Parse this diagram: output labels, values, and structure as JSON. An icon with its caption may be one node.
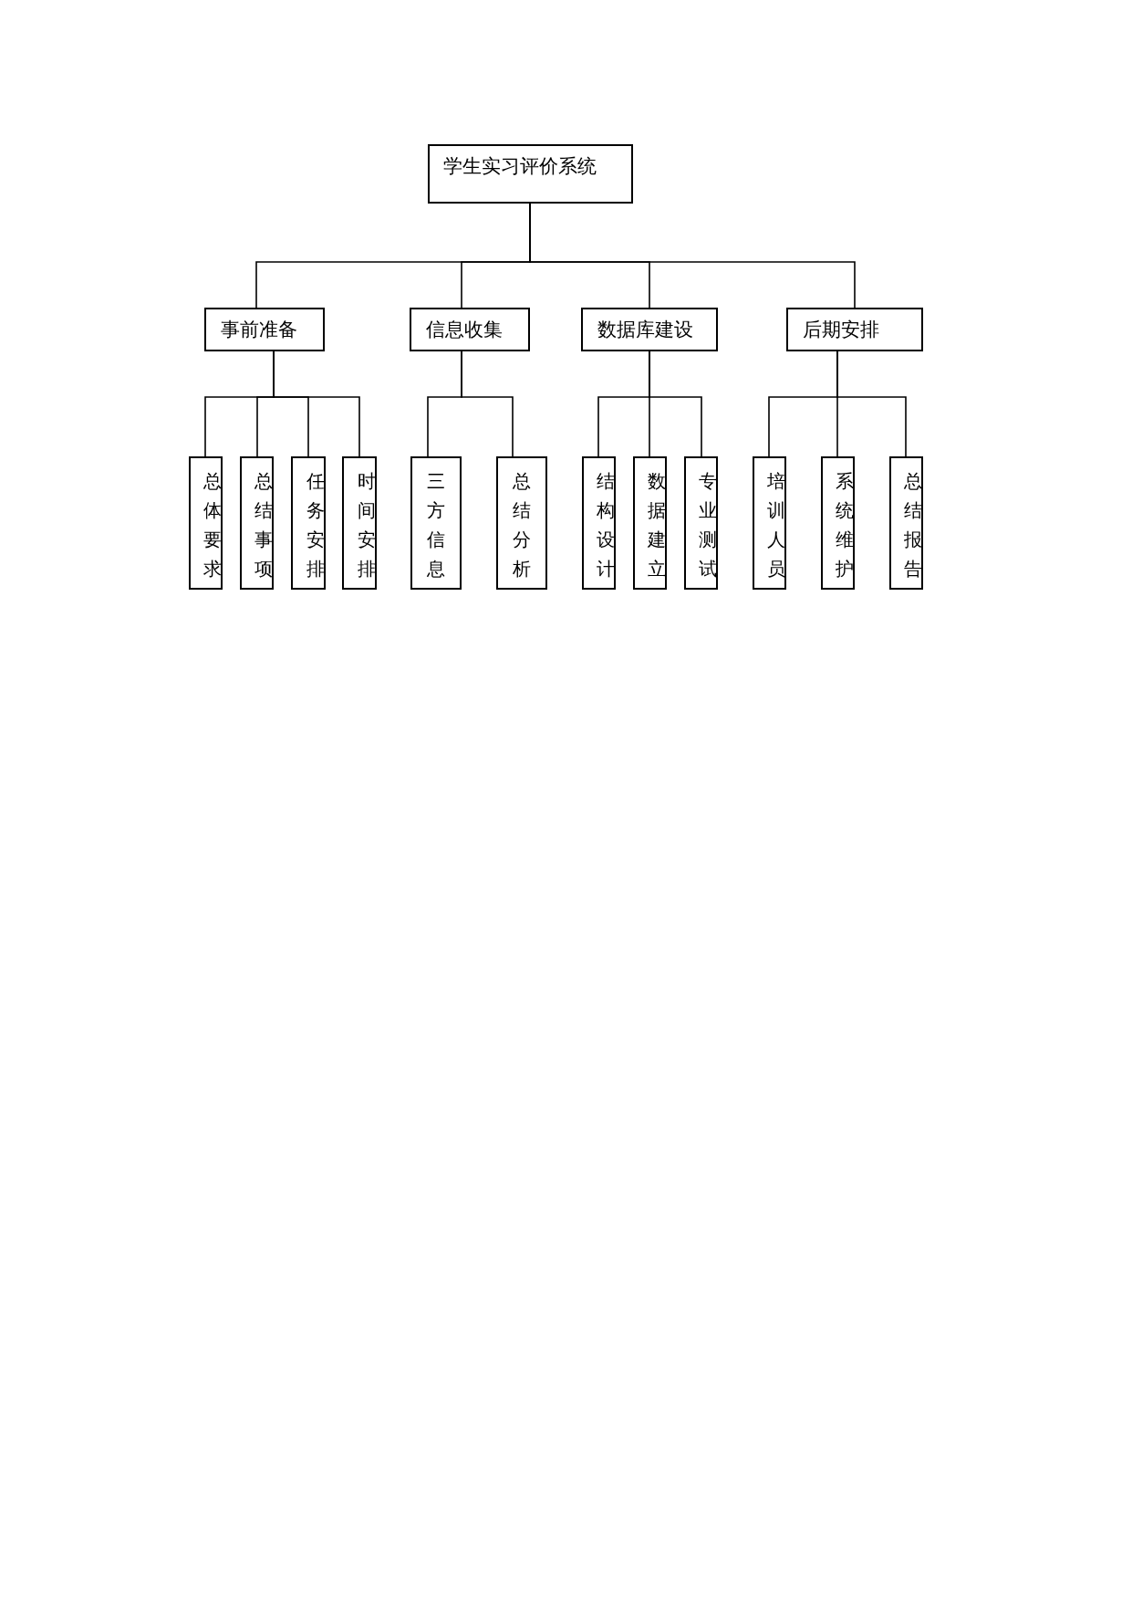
{
  "diagram": {
    "nodes": [
      {
        "text": [
          "学生实习评价系统"
        ]
      },
      {
        "text": [
          "事前准备"
        ]
      },
      {
        "text": [
          "信息收集"
        ]
      },
      {
        "text": [
          "数据库建设"
        ]
      },
      {
        "text": [
          "后期安排"
        ]
      },
      {
        "text": [
          "总体要求"
        ]
      },
      {
        "text": [
          "总结事项"
        ]
      },
      {
        "text": [
          "任务安排"
        ]
      },
      {
        "text": [
          "时间安排"
        ]
      },
      {
        "text": [
          "三方信息"
        ]
      },
      {
        "text": [
          "总结分析"
        ]
      },
      {
        "text": [
          "结构设计"
        ]
      },
      {
        "text": [
          "数据建立"
        ]
      },
      {
        "text": [
          "专业测试"
        ]
      },
      {
        "text": [
          "培训人员"
        ]
      },
      {
        "text": [
          "系统维护"
        ]
      },
      {
        "text": [
          "总结报告"
        ]
      }
    ],
    "edges": [
      {
        "from": 0,
        "to": 1,
        "arrow": "none"
      },
      {
        "from": 0,
        "to": 2,
        "arrow": "none"
      },
      {
        "from": 0,
        "to": 3,
        "arrow": "none"
      },
      {
        "from": 0,
        "to": 4,
        "arrow": "none"
      },
      {
        "from": 1,
        "to": 5,
        "arrow": "none"
      },
      {
        "from": 1,
        "to": 6,
        "arrow": "none"
      },
      {
        "from": 1,
        "to": 7,
        "arrow": "none"
      },
      {
        "from": 1,
        "to": 8,
        "arrow": "none"
      },
      {
        "from": 2,
        "to": 9,
        "arrow": "none"
      },
      {
        "from": 2,
        "to": 10,
        "arrow": "none"
      },
      {
        "from": 3,
        "to": 11,
        "arrow": "none"
      },
      {
        "from": 3,
        "to": 12,
        "arrow": "none"
      },
      {
        "from": 3,
        "to": 13,
        "arrow": "none"
      },
      {
        "from": 4,
        "to": 14,
        "arrow": "none"
      },
      {
        "from": 4,
        "to": 15,
        "arrow": "none"
      },
      {
        "from": 4,
        "to": 16,
        "arrow": "none"
      }
    ]
  }
}
